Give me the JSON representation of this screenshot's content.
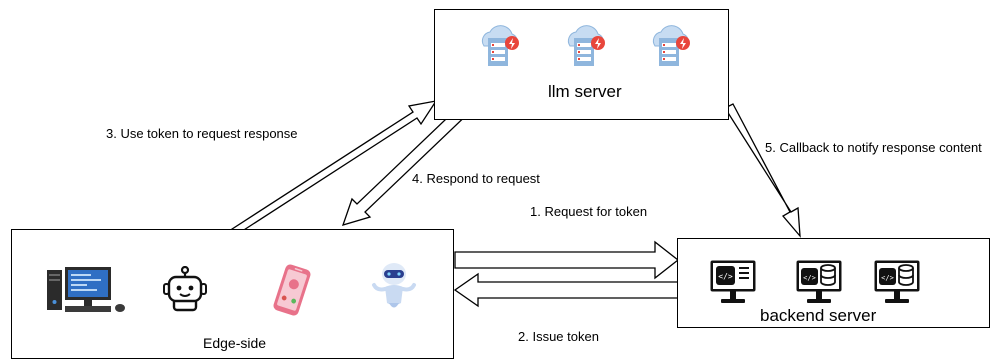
{
  "nodes": {
    "llm_server": {
      "label": "llm server"
    },
    "backend_server": {
      "label": "backend server"
    },
    "edge_side": {
      "label": "Edge-side"
    }
  },
  "edges": {
    "step1": "1. Request for token",
    "step2": "2. Issue token",
    "step3": "3. Use token to request response",
    "step4": "4. Respond to request",
    "step5": "5. Callback to notify response content"
  },
  "icons": {
    "llm_server": [
      "cloud-server-icon",
      "cloud-server-icon",
      "cloud-server-icon"
    ],
    "backend_server": [
      "code-monitor-icon",
      "database-monitor-icon",
      "database-monitor-icon"
    ],
    "edge_side": [
      "desktop-computer-icon",
      "robot-icon",
      "smartphone-icon",
      "ai-assistant-icon"
    ]
  },
  "colors": {
    "server_icon_blue": "#8fb6dd",
    "alert_red": "#e8463c",
    "phone_pink": "#f0a9b8"
  }
}
